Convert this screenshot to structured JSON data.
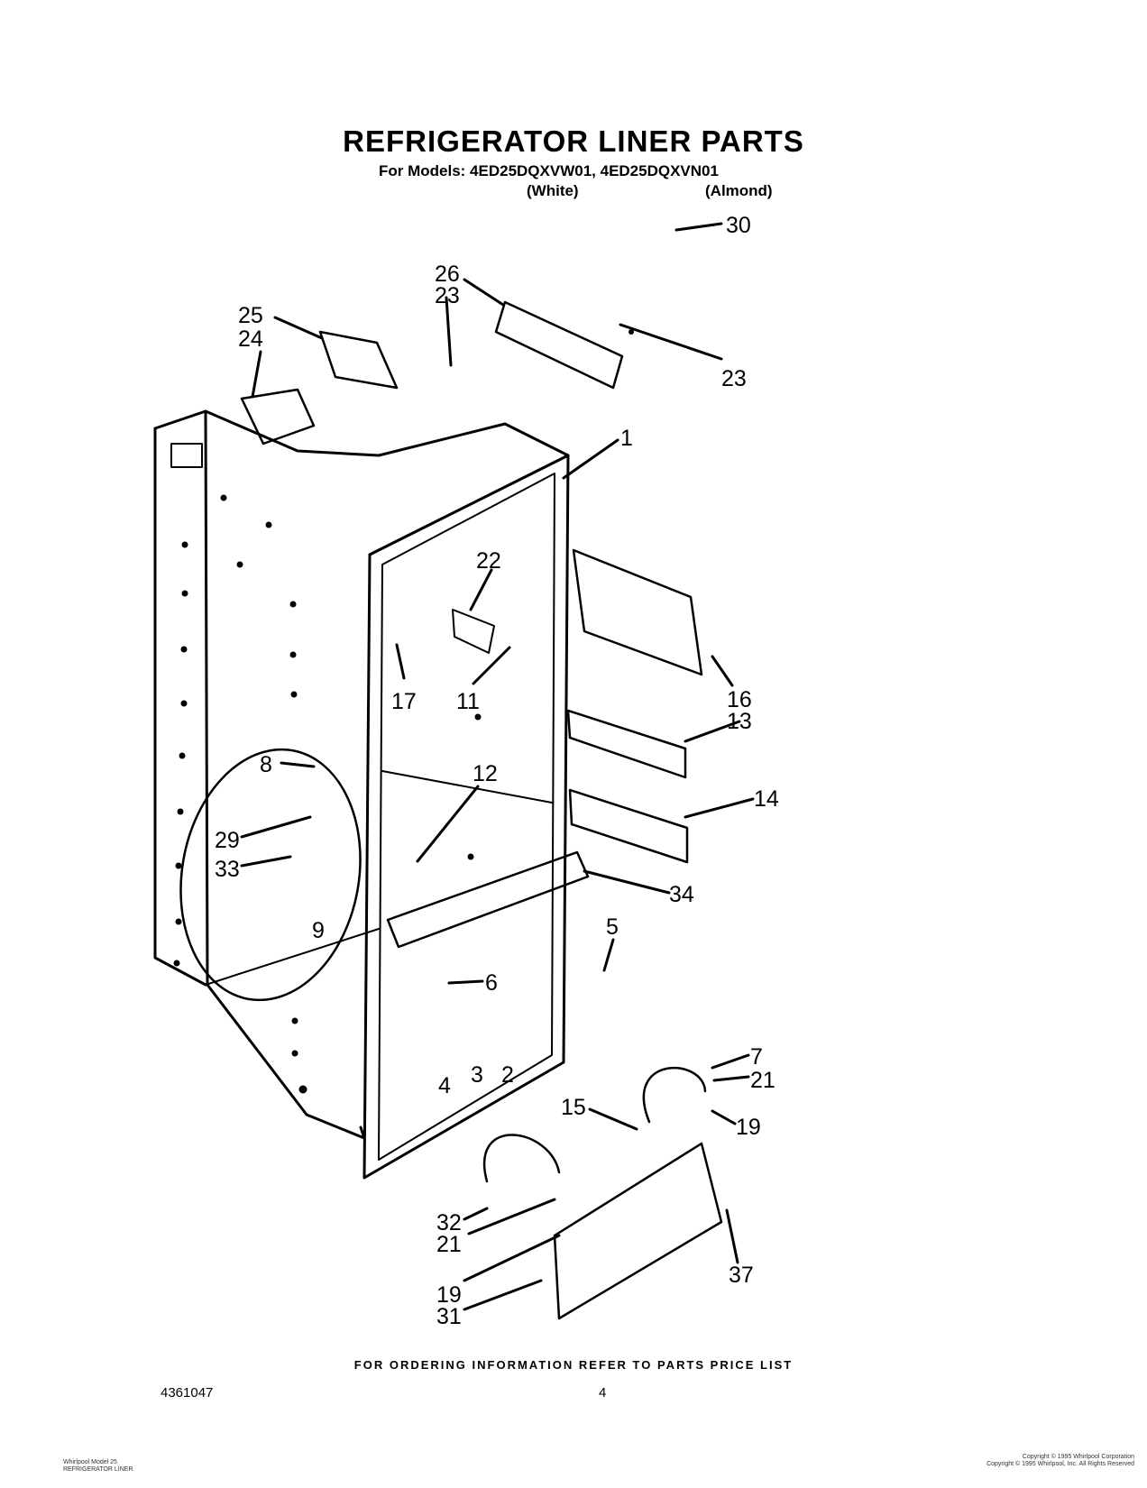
{
  "header": {
    "title": "REFRIGERATOR LINER PARTS",
    "models": "For Models: 4ED25DQXVW01, 4ED25DQXVN01",
    "color_white": "(White)",
    "color_almond": "(Almond)"
  },
  "callouts": {
    "c1": "1",
    "c2": "2",
    "c3": "3",
    "c4": "4",
    "c5": "5",
    "c6": "6",
    "c7": "7",
    "c8": "8",
    "c9": "9",
    "c11": "11",
    "c12": "12",
    "c13": "13",
    "c14": "14",
    "c15": "15",
    "c16": "16",
    "c17": "17",
    "c19a": "19",
    "c19b": "19",
    "c21a": "21",
    "c21b": "21",
    "c22": "22",
    "c23a": "23",
    "c23b": "23",
    "c24": "24",
    "c25": "25",
    "c26": "26",
    "c29": "29",
    "c30": "30",
    "c31": "31",
    "c32": "32",
    "c33": "33",
    "c34": "34",
    "c37": "37"
  },
  "footer": {
    "ordering_note": "FOR ORDERING INFORMATION REFER TO PARTS PRICE LIST",
    "doc_number": "4361047",
    "page_number": "4",
    "small_left_1": "Whirlpool Model 25",
    "small_left_2": "REFRIGERATOR LINER",
    "small_right_1": "Copyright © 1995 Whirlpool Corporation",
    "small_right_2": "Copyright © 1995 Whirlpool, Inc. All Rights Reserved"
  }
}
